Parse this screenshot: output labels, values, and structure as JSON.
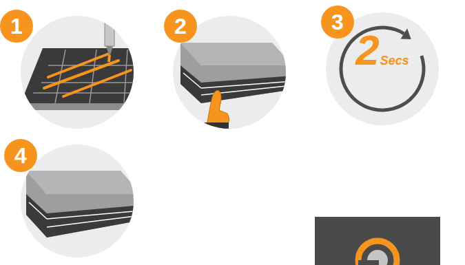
{
  "diagram": {
    "nodes": [
      {
        "text": [
          "1"
        ]
      },
      {
        "text": [
          "2"
        ]
      },
      {
        "text": [
          "3"
        ]
      },
      {
        "text": [
          "2",
          "Secs"
        ]
      },
      {
        "text": [
          "4"
        ]
      }
    ]
  }
}
